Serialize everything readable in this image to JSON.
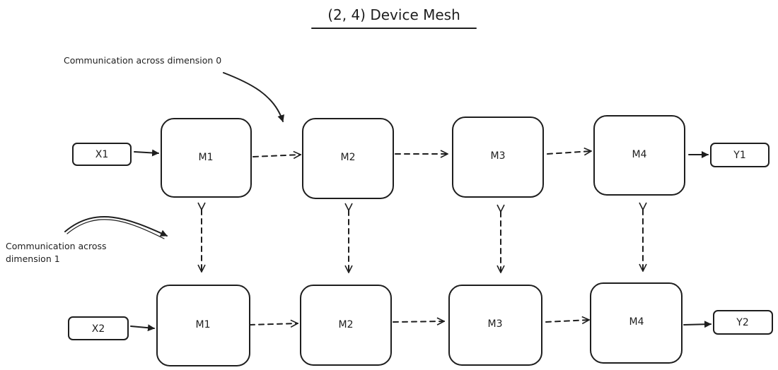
{
  "title": "(2, 4) Device Mesh",
  "annotations": {
    "dim0": [
      "Communication across dimension 0"
    ],
    "dim1": [
      "Communication across",
      "dimension 1"
    ]
  },
  "inputs": [
    "X1",
    "X2"
  ],
  "outputs": [
    "Y1",
    "Y2"
  ],
  "rows": [
    [
      "M1",
      "M2",
      "M3",
      "M4"
    ],
    [
      "M1",
      "M2",
      "M3",
      "M4"
    ]
  ],
  "colors": {
    "stroke": "#1e1e1e",
    "background": "#ffffff"
  }
}
